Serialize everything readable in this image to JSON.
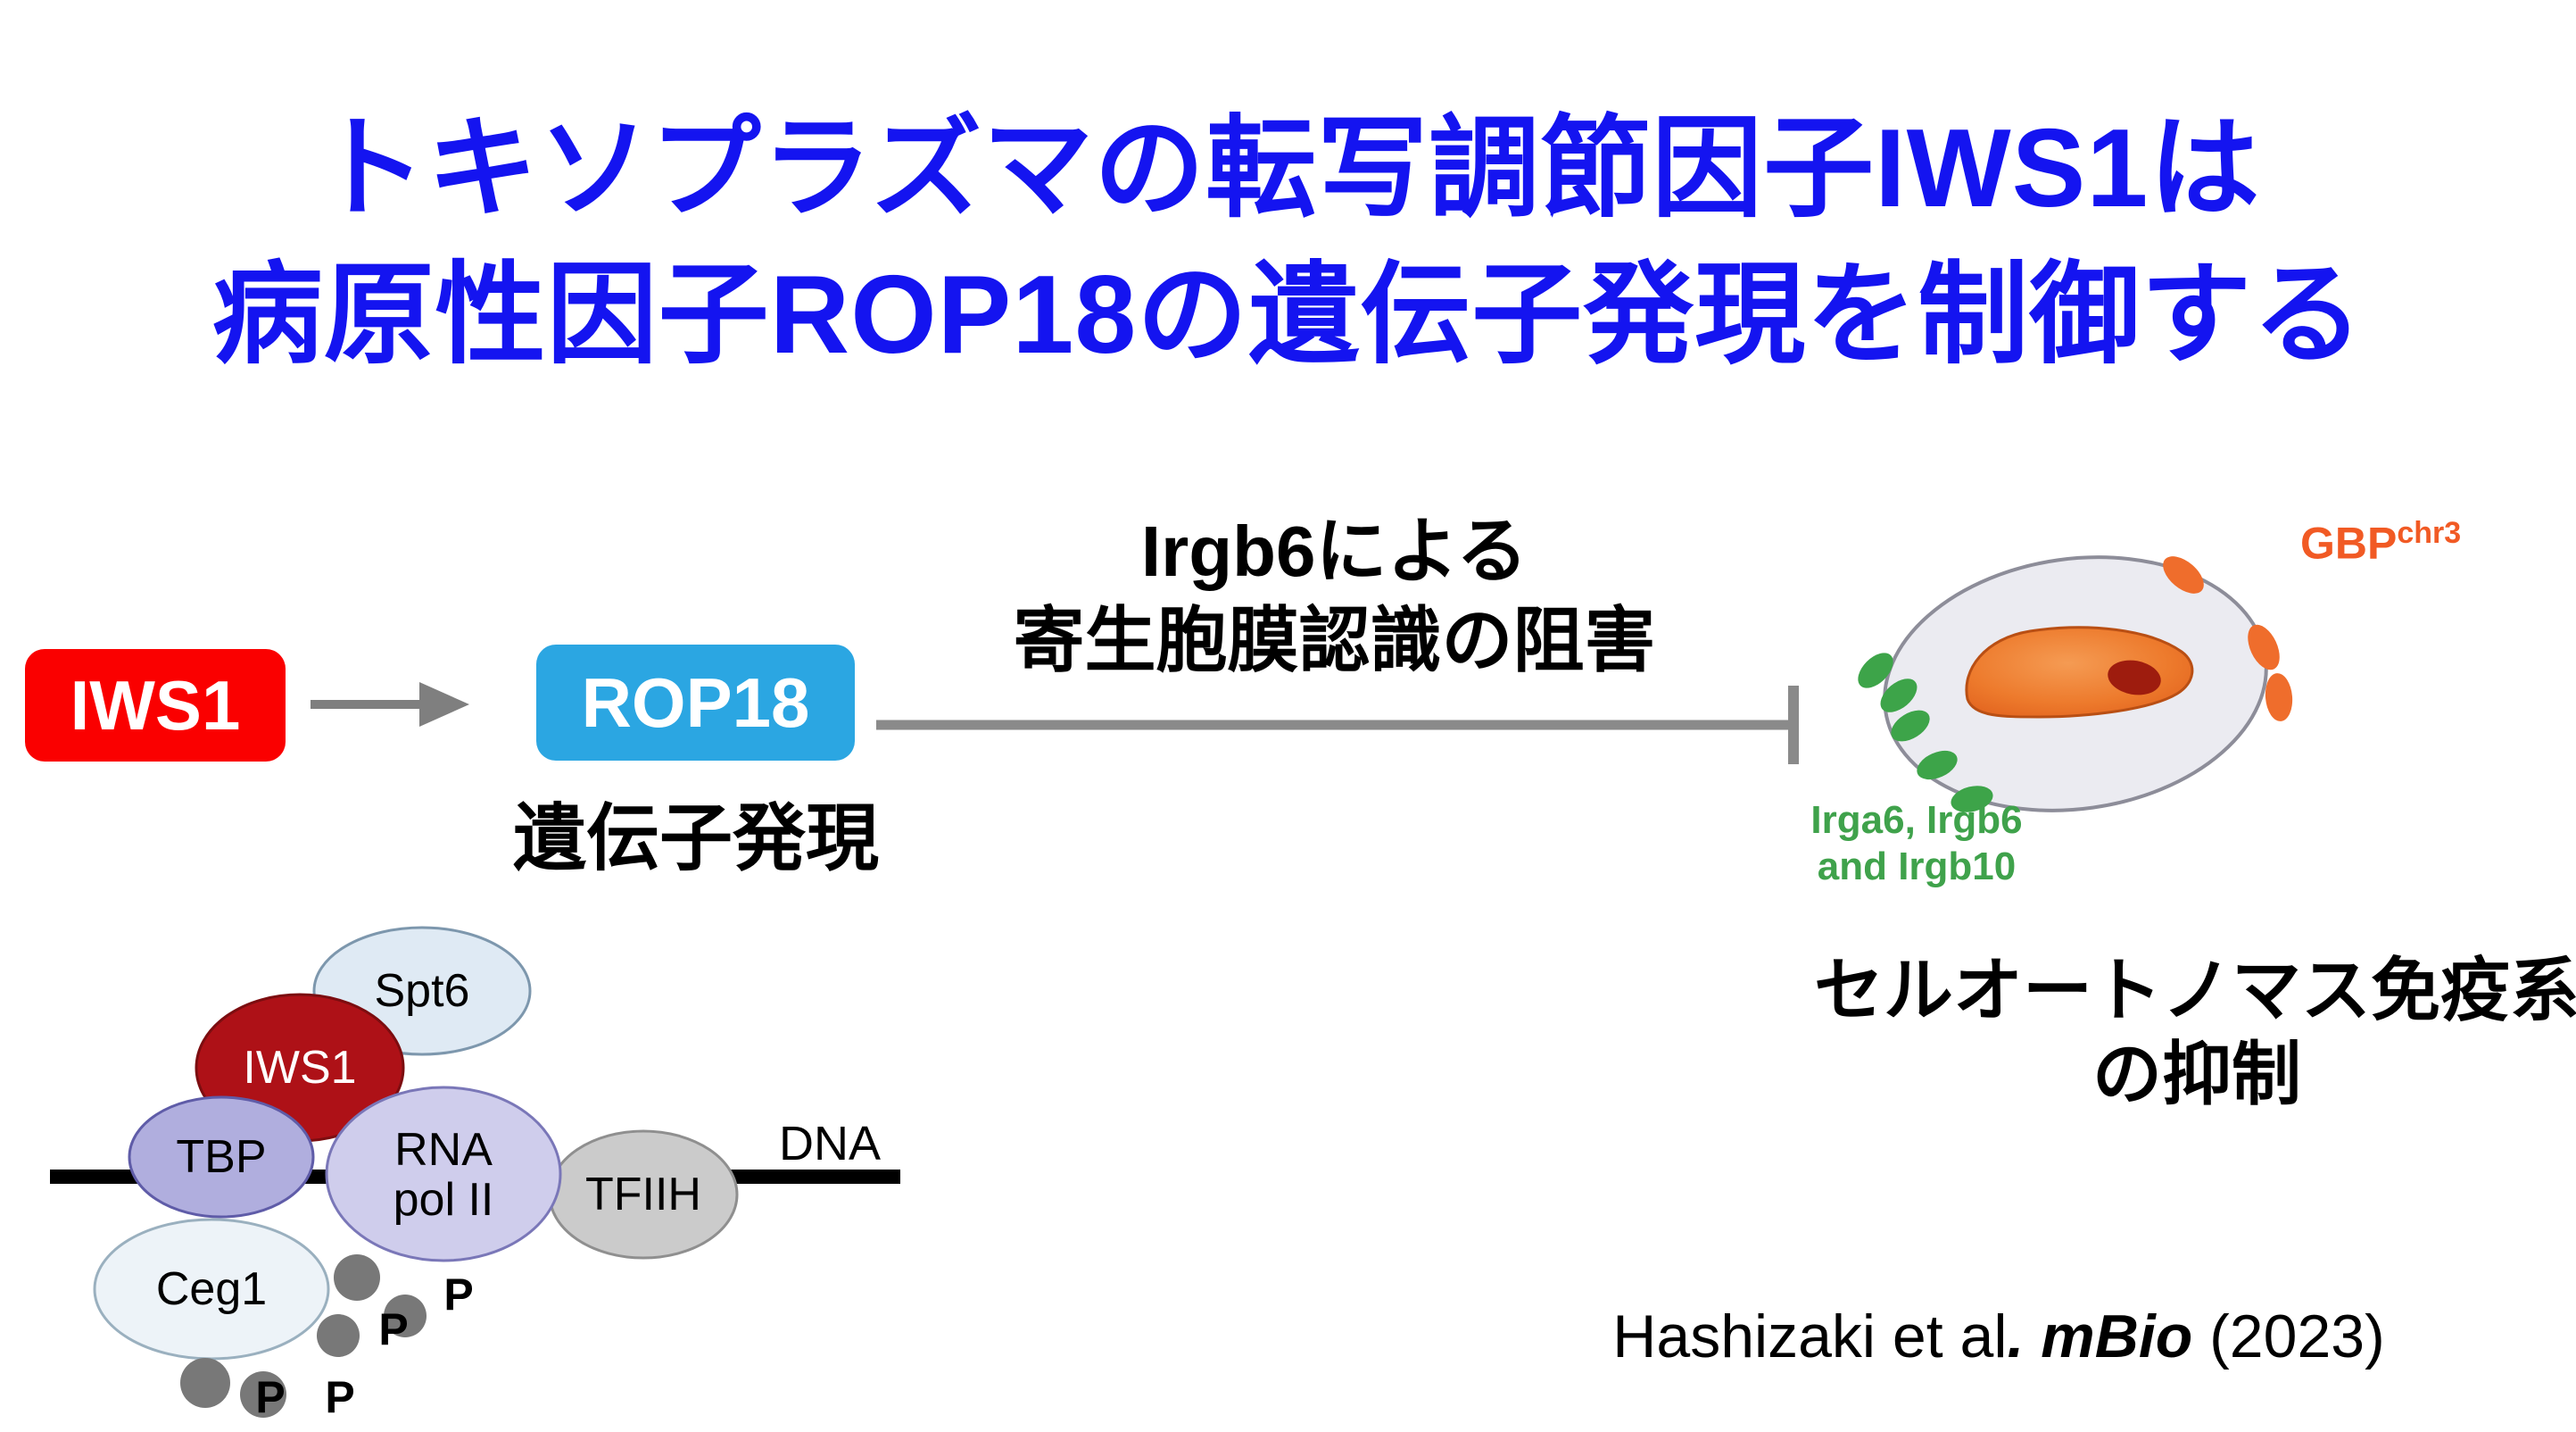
{
  "title": {
    "line1": "トキソプラズマの転写調節因子IWS1は",
    "line2": "病原性因子ROP18の遺伝子発現を制御する"
  },
  "pathway": {
    "iws1_label": "IWS1",
    "rop18_label": "ROP18",
    "gene_expression_label": "遺伝子発現",
    "inhibition_line1": "Irgb6による",
    "inhibition_line2": "寄生胞膜認識の阻害"
  },
  "cell": {
    "gbp_label": "GBP",
    "gbp_superscript": "chr3",
    "irg_line1": "Irga6, Irgb6",
    "irg_line2": "and Irgb10"
  },
  "immune_suppression": {
    "line1": "セルオートノマス免疫系",
    "line2": "の抑制"
  },
  "complex": {
    "spt6_label": "Spt6",
    "iws1_label": "IWS1",
    "tbp_label": "TBP",
    "rna_pol_line1": "RNA",
    "rna_pol_line2": "pol II",
    "tfiih_label": "TFIIH",
    "ceg1_label": "Ceg1",
    "dna_label": "DNA",
    "phospho_label": "P"
  },
  "citation": {
    "authors": "Hashizaki et al",
    "journal": ". mBio",
    "year": " (2023)"
  },
  "colors": {
    "title_blue": "#1414f0",
    "iws1_red": "#fa0000",
    "rop18_blue": "#2ba6e2",
    "arrow_gray": "#858585",
    "gbp_orange": "#f15a24",
    "irg_green": "#3fa24b",
    "iws1_ellipse_red": "#ae1117",
    "tbp_purple": "#b0aede",
    "rna_pol_lavender": "#cfcdec",
    "tfiih_gray": "#cbcbcb"
  }
}
